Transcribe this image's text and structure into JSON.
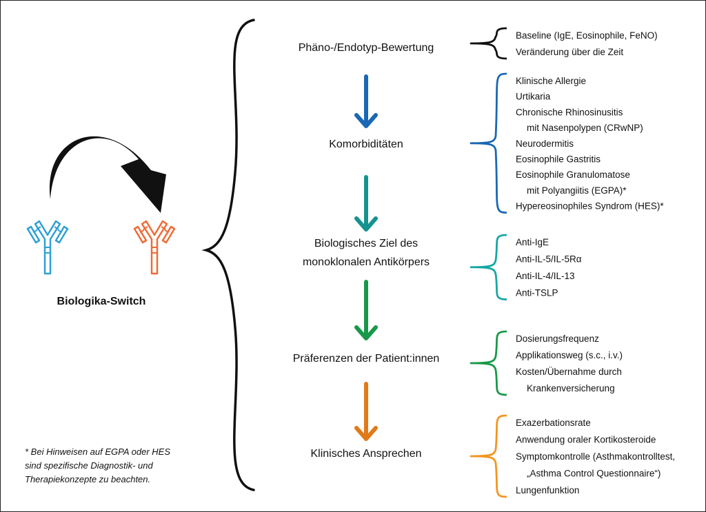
{
  "switch_label": "Biologika-Switch",
  "footnote": [
    "* Bei Hinweisen auf EGPA oder HES",
    "sind spezifische Diagnostik- und",
    "Therapiekonzepte zu beachten."
  ],
  "colors": {
    "antibody_left": "#2e9fd8",
    "antibody_right": "#ef6a34",
    "switch_arrow": "#111111"
  },
  "stages": [
    {
      "label": [
        "Phäno-/Endotyp-Bewertung"
      ],
      "color": "#111111",
      "items": [
        "Baseline (IgE, Eosinophile, FeNO)",
        "Veränderung über die Zeit"
      ]
    },
    {
      "label": [
        "Komorbiditäten"
      ],
      "color": "#1a67b5",
      "arrow_color": "#1a67b5",
      "items": [
        "Klinische Allergie",
        "Urtikaria",
        "Chronische Rhinosinusitis",
        "mit Nasenpolypen (CRwNP)",
        "Neurodermitis",
        "Eosinophile Gastritis",
        "Eosinophile Granulomatose",
        "mit Polyangiitis (EGPA)*",
        "Hypereosinophiles Syndrom (HES)*"
      ],
      "indented": [
        3,
        7
      ]
    },
    {
      "label": [
        "Biologisches Ziel des",
        "monoklonalen Antikörpers"
      ],
      "color": "#17a6a6",
      "arrow_color": "#16928f",
      "items": [
        "Anti-IgE",
        "Anti-IL-5/IL-5Rα",
        "Anti-IL-4/IL-13",
        "Anti-TSLP"
      ]
    },
    {
      "label": [
        "Präferenzen der Patient:innen"
      ],
      "color": "#189848",
      "arrow_color": "#189848",
      "items": [
        "Dosierungsfrequenz",
        "Applikationsweg (s.c., i.v.)",
        "Kosten/Übernahme durch",
        "Krankenversicherung"
      ],
      "indented": [
        3
      ]
    },
    {
      "label": [
        "Klinisches Ansprechen"
      ],
      "color": "#f29522",
      "arrow_color": "#e07a18",
      "items": [
        "Exazerbationsrate",
        "Anwendung oraler Kortikosteroide",
        "Symptomkontrolle (Asthmakontrolltest,",
        "„Asthma Control Questionnaire“)",
        "Lungenfunktion"
      ],
      "indented": [
        3
      ]
    }
  ]
}
